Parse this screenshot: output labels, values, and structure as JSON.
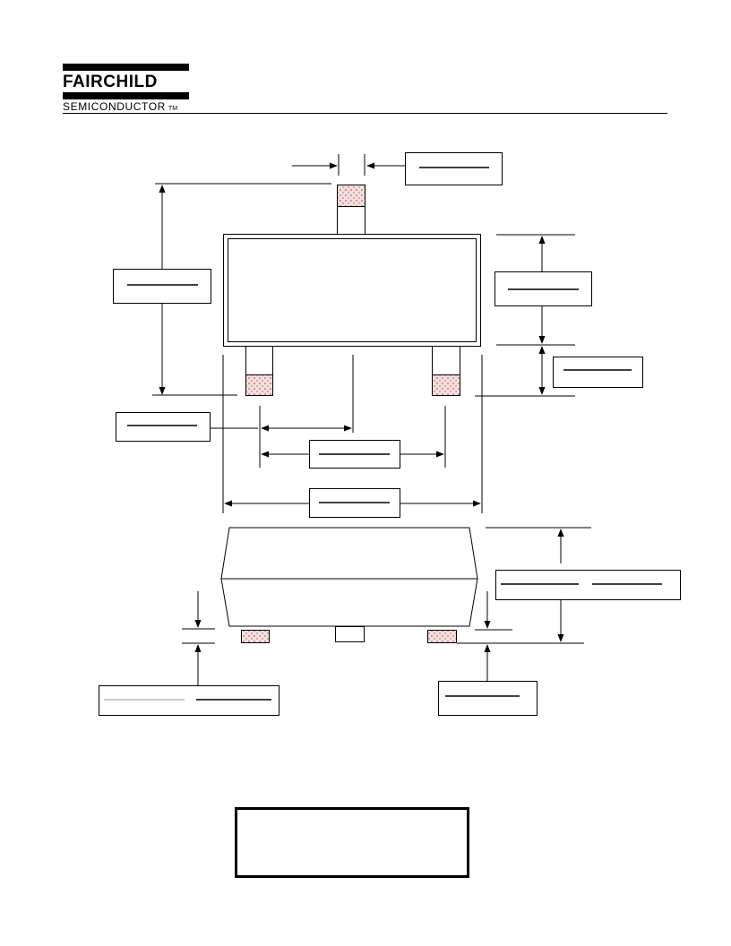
{
  "header": {
    "brand_name": "FAIRCHILD",
    "brand_sub": "SEMICONDUCTOR",
    "trademark": "TM"
  },
  "drawing": {
    "dimension_labels": [],
    "note": ""
  }
}
